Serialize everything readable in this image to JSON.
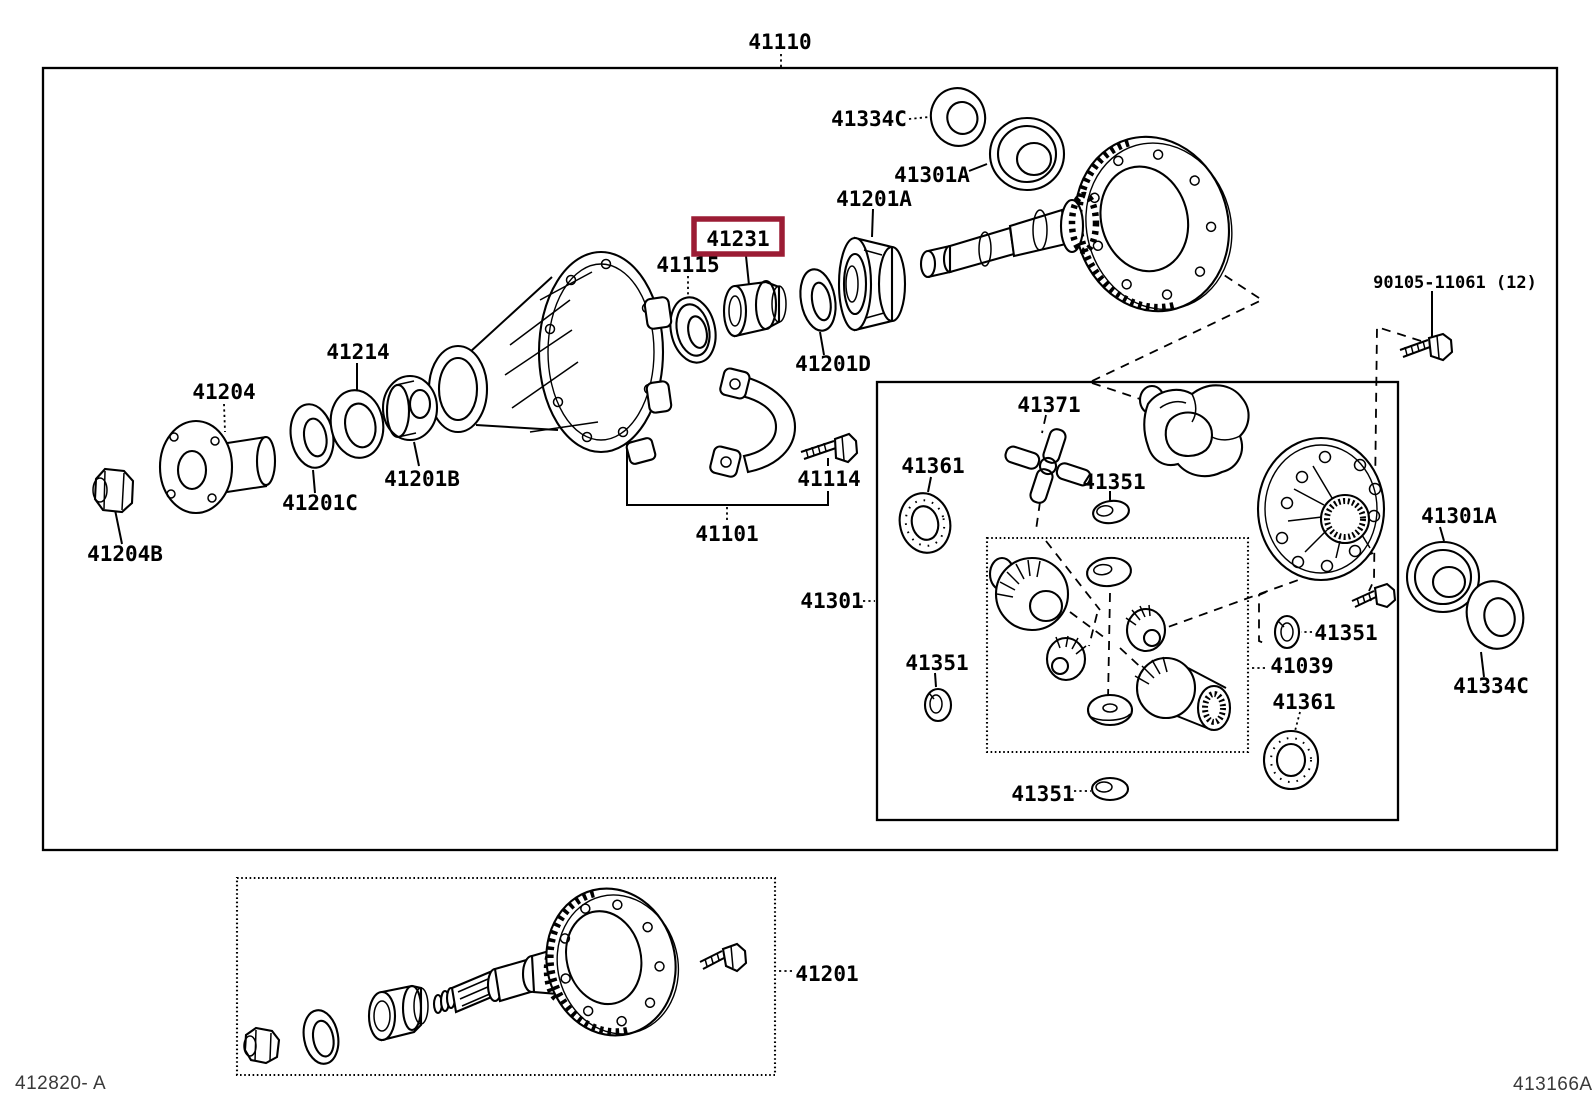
{
  "diagram": {
    "title_part": "41110",
    "corner_left": "412820- A",
    "corner_right": "413166A",
    "highlight": {
      "part_number": "41231",
      "box_color": "#9b1c34"
    },
    "labels": [
      {
        "id": "41110",
        "text": "41110"
      },
      {
        "id": "41334C-top",
        "text": "41334C"
      },
      {
        "id": "41301A-top",
        "text": "41301A"
      },
      {
        "id": "41201A",
        "text": "41201A"
      },
      {
        "id": "41231",
        "text": "41231",
        "highlighted": true
      },
      {
        "id": "41115",
        "text": "41115"
      },
      {
        "id": "41201D",
        "text": "41201D"
      },
      {
        "id": "41214",
        "text": "41214"
      },
      {
        "id": "41204",
        "text": "41204"
      },
      {
        "id": "41201C",
        "text": "41201C"
      },
      {
        "id": "41201B",
        "text": "41201B"
      },
      {
        "id": "41204B",
        "text": "41204B"
      },
      {
        "id": "41101",
        "text": "41101"
      },
      {
        "id": "41114",
        "text": "41114"
      },
      {
        "id": "41301",
        "text": "41301"
      },
      {
        "id": "41361-a",
        "text": "41361"
      },
      {
        "id": "41371",
        "text": "41371"
      },
      {
        "id": "41351-a",
        "text": "41351"
      },
      {
        "id": "41351-b",
        "text": "41351"
      },
      {
        "id": "41039",
        "text": "41039"
      },
      {
        "id": "41361-b",
        "text": "41361"
      },
      {
        "id": "41351-c",
        "text": "41351"
      },
      {
        "id": "41351-d",
        "text": "41351"
      },
      {
        "id": "90105-11061",
        "text": "90105-11061 (12)"
      },
      {
        "id": "41301A-b",
        "text": "41301A"
      },
      {
        "id": "41334C-b",
        "text": "41334C"
      },
      {
        "id": "41201",
        "text": "41201"
      }
    ]
  }
}
